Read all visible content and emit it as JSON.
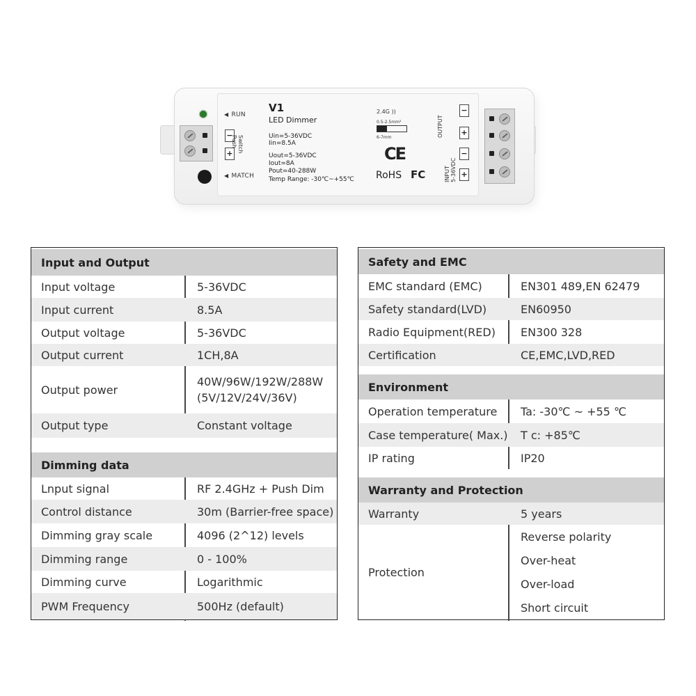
{
  "device": {
    "model": "V1",
    "name": "LED Dimmer",
    "input_spec": [
      "Uin=5-36VDC",
      "Iin=8.5A"
    ],
    "output_spec": [
      "Uout=5-36VDC",
      "Iout=8A",
      "Pout=40-288W",
      "Temp Range: -30℃~+55℃"
    ],
    "run_label": "RUN",
    "match_label": "MATCH",
    "switch_label": [
      "Switch",
      "Push"
    ],
    "rf_label": "2.4G",
    "wire_size": "0.5-2.5mm²",
    "strip_length": "6-7mm",
    "ce_mark": "CE",
    "rohs_mark": "RoHS",
    "fc_mark": "FC",
    "output_label": "OUTPUT",
    "input_label": [
      "INPUT",
      "5-36VDC"
    ],
    "minus": "−",
    "plus": "+",
    "led_color": "#2b7a2b"
  },
  "left_table": {
    "sections": [
      {
        "title": "Input and Output",
        "rows": [
          {
            "label": "Input voltage",
            "value": [
              "5-36VDC"
            ]
          },
          {
            "label": "Input current",
            "value": [
              "8.5A"
            ]
          },
          {
            "label": "Output voltage",
            "value": [
              "5-36VDC"
            ]
          },
          {
            "label": "Output current",
            "value": [
              "1CH,8A"
            ]
          },
          {
            "label": "Output power",
            "value": [
              "40W/96W/192W/288W",
              "(5V/12V/24V/36V)"
            ]
          },
          {
            "label": "Output type",
            "value": [
              "Constant voltage"
            ]
          }
        ]
      },
      {
        "title": "Dimming data",
        "rows": [
          {
            "label": "Lnput signal",
            "value": [
              "RF 2.4GHz + Push Dim"
            ]
          },
          {
            "label": "Control distance",
            "value": [
              "30m (Barrier-free space)"
            ]
          },
          {
            "label": "Dimming gray scale",
            "value": [
              "4096 (2^12) levels"
            ]
          },
          {
            "label": "Dimming range",
            "value": [
              "0 - 100%"
            ]
          },
          {
            "label": "Dimming curve",
            "value": [
              "Logarithmic"
            ]
          },
          {
            "label": "PWM Frequency",
            "value": [
              "500Hz (default)"
            ]
          }
        ]
      }
    ]
  },
  "right_table": {
    "sections": [
      {
        "title": "Safety and EMC",
        "rows": [
          {
            "label": "EMC standard (EMC)",
            "value": [
              "EN301 489,EN 62479"
            ]
          },
          {
            "label": "Safety standard(LVD)",
            "value": [
              "EN60950"
            ]
          },
          {
            "label": "Radio Equipment(RED)",
            "value": [
              "EN300 328"
            ]
          },
          {
            "label": "Certification",
            "value": [
              "CE,EMC,LVD,RED"
            ]
          }
        ]
      },
      {
        "title": "Environment",
        "rows": [
          {
            "label": "Operation temperature",
            "value": [
              "Ta: -30℃ ~ +55 ℃"
            ]
          },
          {
            "label": "Case temperature( Max.)",
            "value": [
              "T c:  +85℃"
            ]
          },
          {
            "label": "IP rating",
            "value": [
              "IP20"
            ]
          }
        ]
      },
      {
        "title": "Warranty and Protection",
        "rows": [
          {
            "label": "Warranty",
            "value": [
              "5 years"
            ]
          },
          {
            "label": "Protection",
            "value": [
              "Reverse polarity",
              "Over-heat",
              "Over-load",
              "Short circuit"
            ]
          }
        ]
      }
    ]
  }
}
